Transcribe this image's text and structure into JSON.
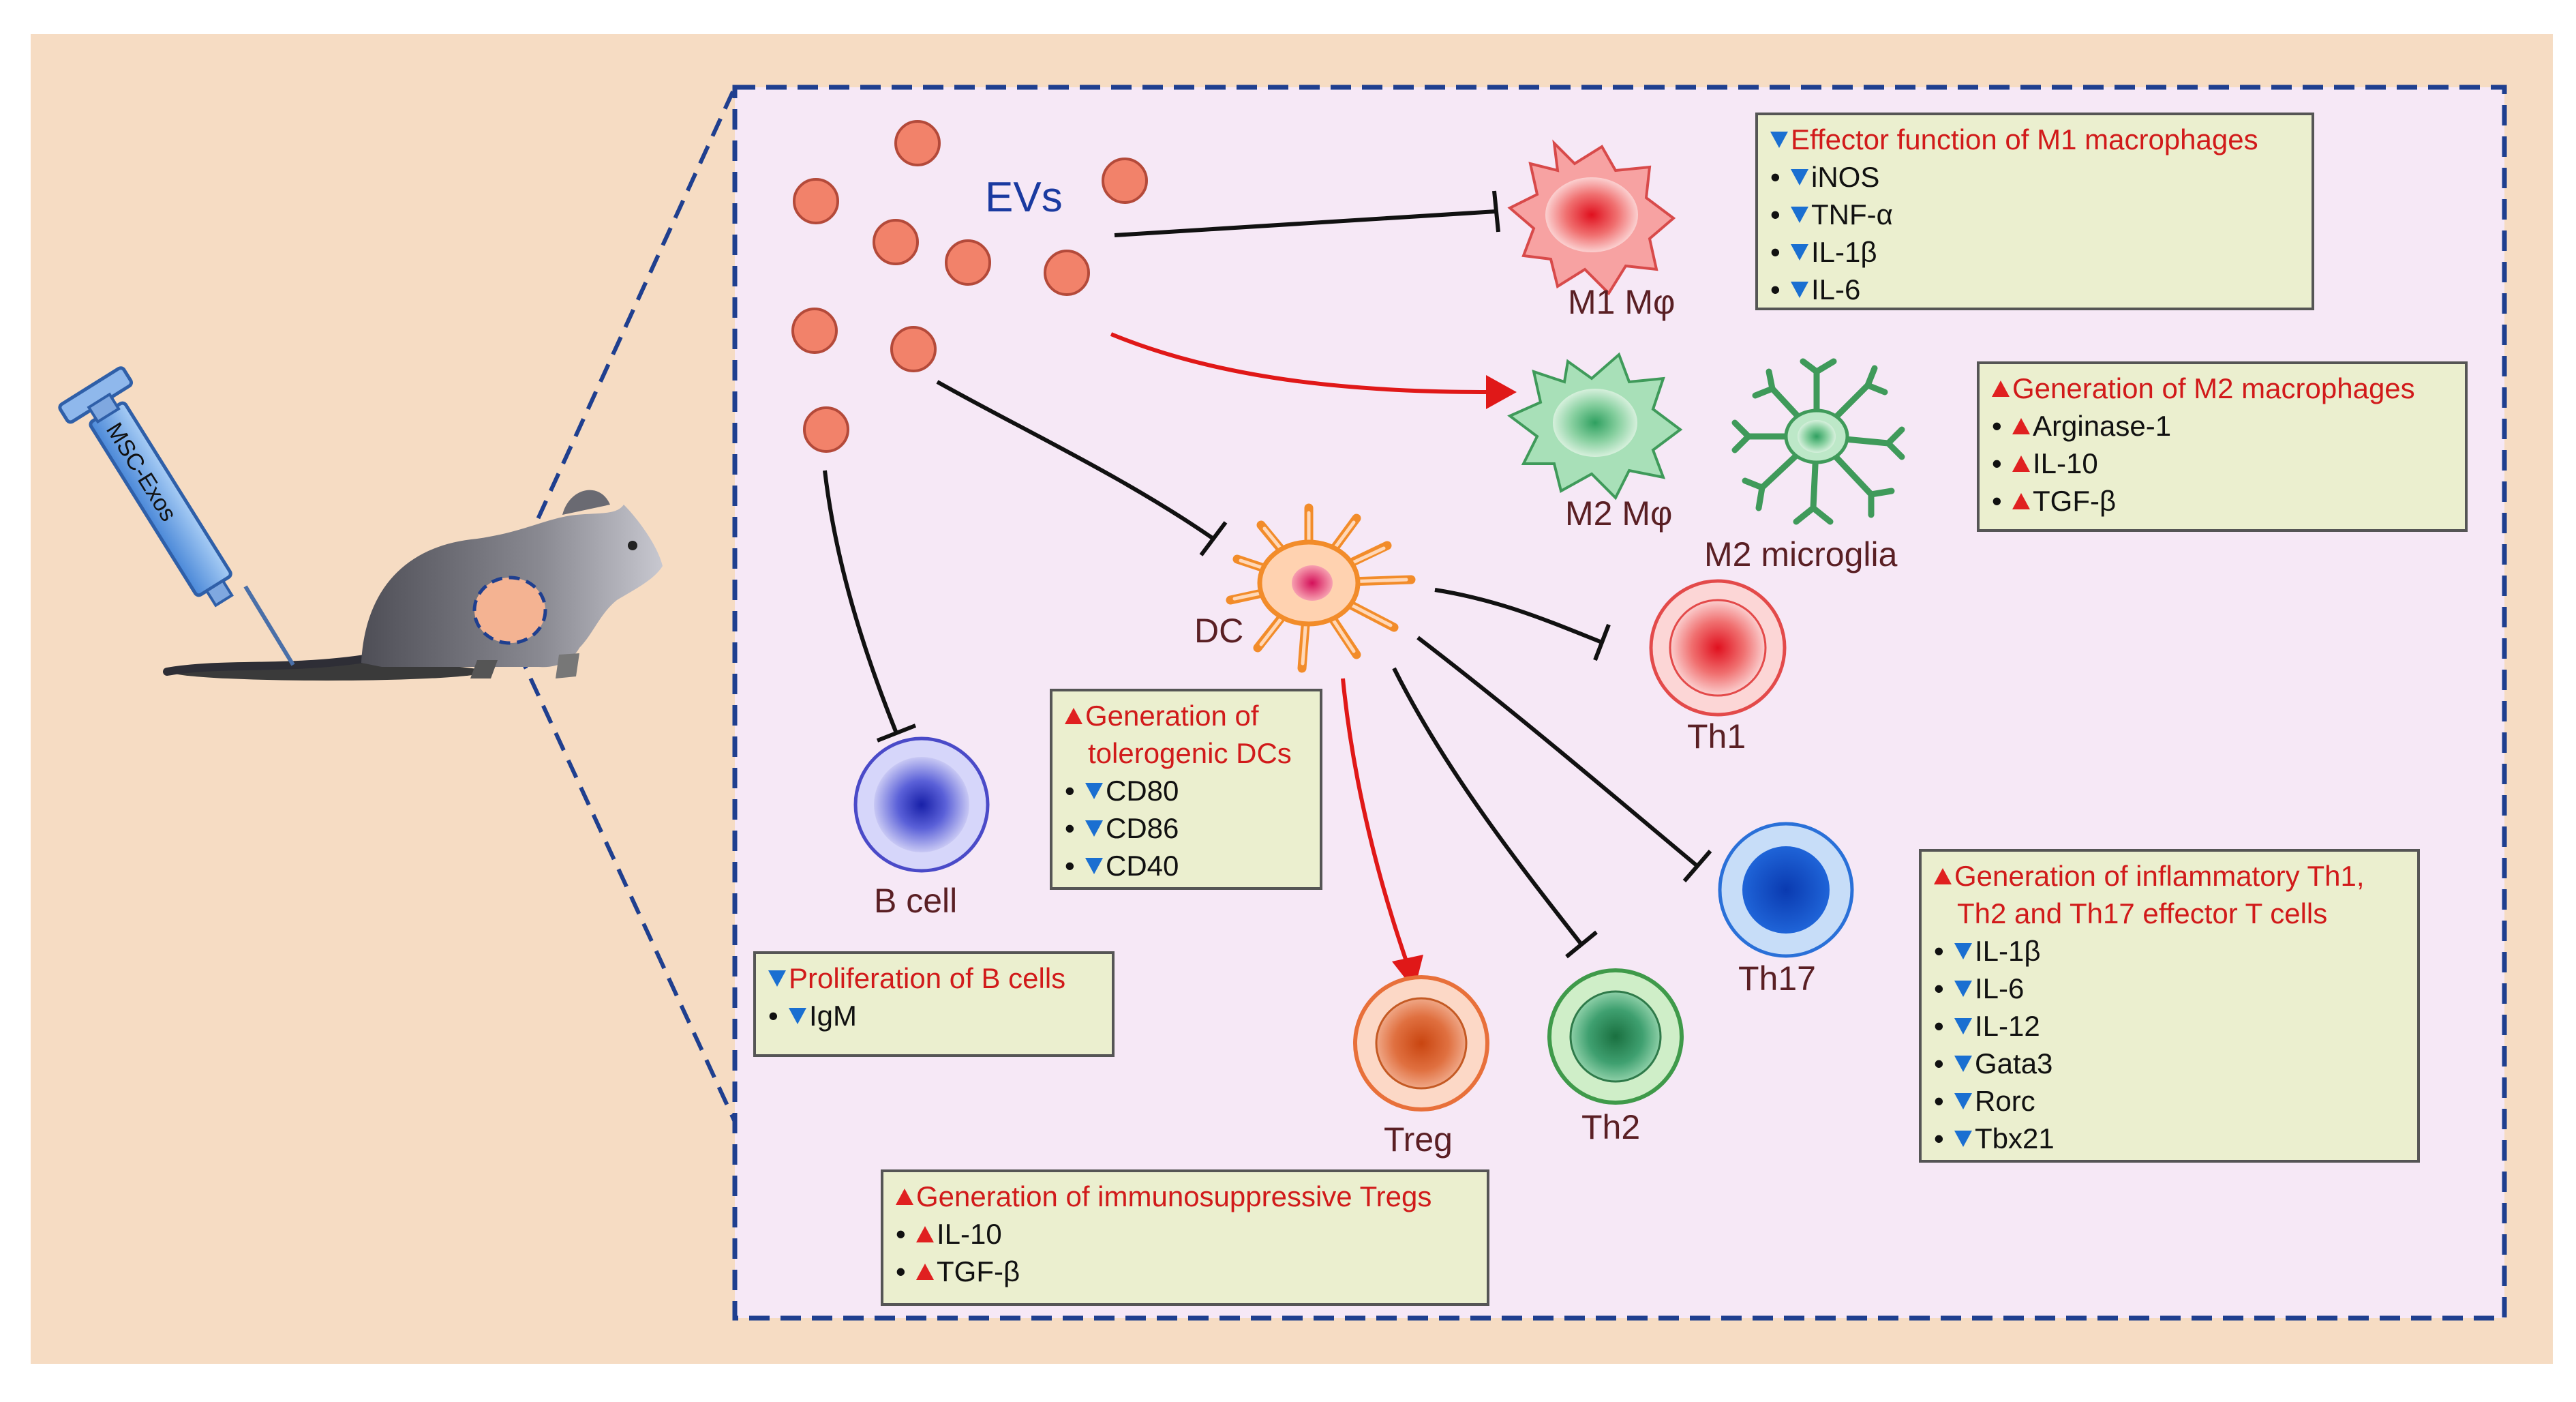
{
  "colors": {
    "outer_bg": "#f6dcc3",
    "panel_bg": "#f6e8f6",
    "panel_border": "#1f3f8f",
    "ev_fill": "#f2826a",
    "inhibit_line": "#111111",
    "promote_line": "#e01818",
    "up_triangle": "#e02020",
    "down_triangle": "#1a6fd1",
    "box_title": "#d11a1a",
    "label_dark": "#5a1f24"
  },
  "syringe": {
    "label": "MSC-Exos"
  },
  "evs": {
    "label": "EVs"
  },
  "cells": {
    "m1_label": "M1 Mφ",
    "m2_label": "M2 Mφ",
    "microglia_label": "M2 microglia",
    "dc_label": "DC",
    "th1_label": "Th1",
    "th17_label": "Th17",
    "th2_label": "Th2",
    "treg_label": "Treg",
    "bcell_label": "B cell"
  },
  "boxes": {
    "m1": {
      "title": "Effector function of M1 macrophages",
      "items": [
        "iNOS",
        "TNF-α",
        "IL-1β",
        "IL-6"
      ]
    },
    "m2": {
      "title": "Generation of M2 macrophages",
      "items": [
        "Arginase-1",
        "IL-10",
        "TGF-β"
      ]
    },
    "dc": {
      "title_line1": "Generation of",
      "title_line2": "tolerogenic DCs",
      "items": [
        "CD80",
        "CD86",
        "CD40"
      ]
    },
    "th": {
      "title_line1": "Generation of inflammatory Th1,",
      "title_line2": "Th2 and Th17 effector T cells",
      "items": [
        "IL-1β",
        "IL-6",
        "IL-12",
        "Gata3",
        "Rorc",
        "Tbx21"
      ]
    },
    "bcell": {
      "title": "Proliferation of B cells",
      "items": [
        "IgM"
      ]
    },
    "treg": {
      "title": "Generation of immunosuppressive Tregs",
      "items": [
        "IL-10",
        "TGF-β"
      ]
    }
  }
}
